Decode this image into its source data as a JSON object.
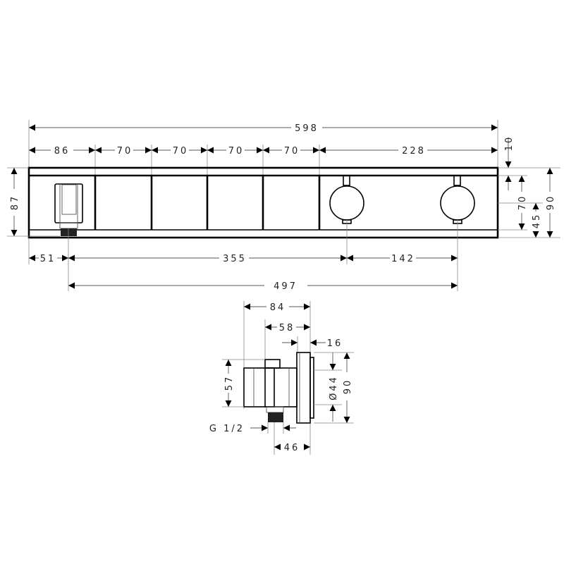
{
  "drawing": {
    "type": "technical dimension drawing",
    "subject": "concealed shower thermostat panel with 5 function buttons, 2 knobs and hose outlet",
    "units": "mm"
  },
  "front_view": {
    "top_dimensions": {
      "overall_width": "598",
      "segments": [
        "86",
        "70",
        "70",
        "70",
        "70",
        "228"
      ]
    },
    "bottom_dimensions": {
      "outlet_offset": "51",
      "outlet_to_knob1": "355",
      "knob1_to_knob2": "142",
      "outlet_to_knob2": "497"
    },
    "left_dimensions": {
      "height": "87"
    },
    "right_dimensions": {
      "top_rail": "10",
      "inner_height": "70",
      "knob_center_height": "45",
      "overall_height": "90"
    }
  },
  "side_view": {
    "depth_overall": "84",
    "depth_body": "58",
    "plate_thickness": "16",
    "body_height": "57",
    "knob_diameter": "Ø44",
    "plate_height": "90",
    "thread_label": "G 1/2",
    "thread_offset": "46"
  }
}
